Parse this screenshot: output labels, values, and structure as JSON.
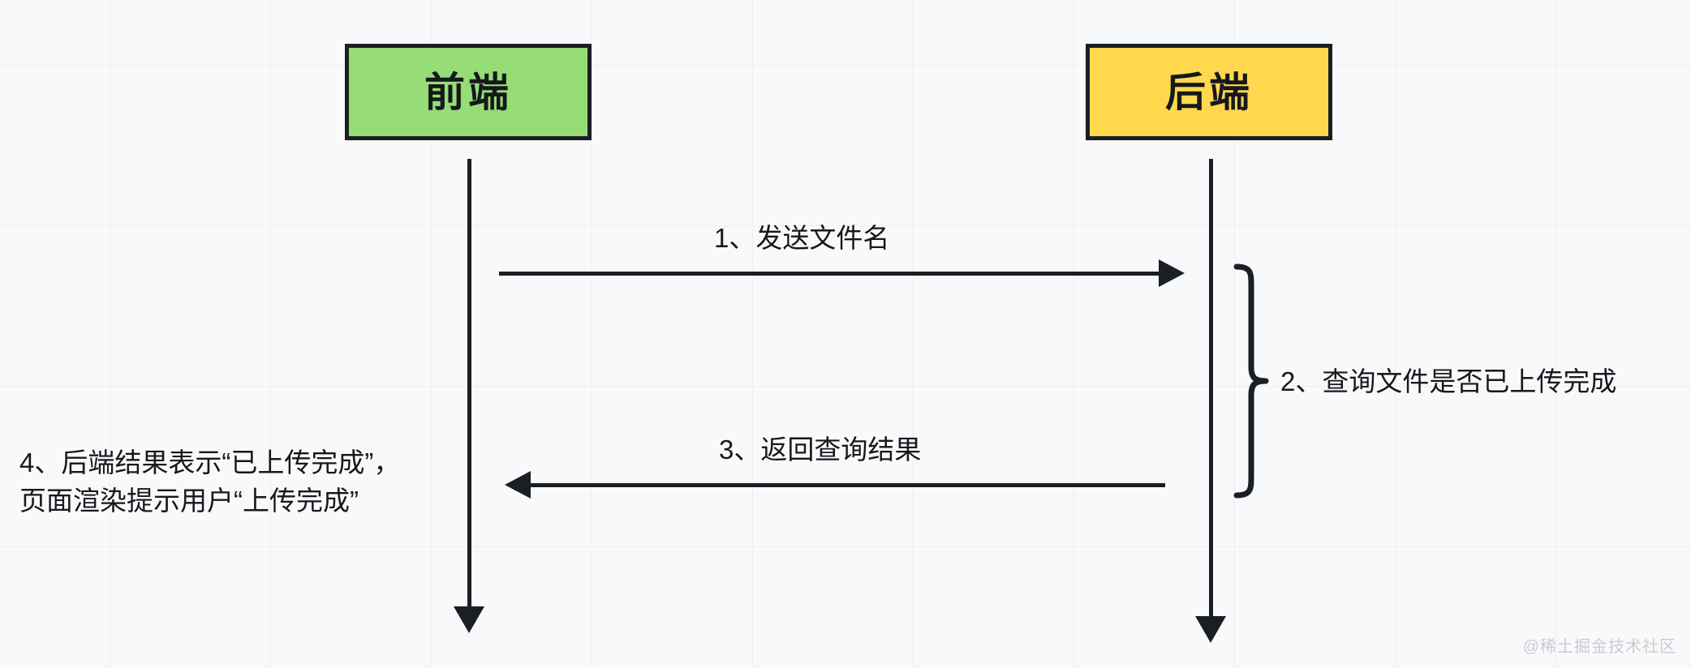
{
  "diagram": {
    "type": "sequence-diagram",
    "background_color": "#f8f9fa",
    "grid_color": "#eceef1",
    "participants": [
      {
        "id": "frontend",
        "label": "前端",
        "fill": "#96DD76",
        "stroke": "#1b1f24"
      },
      {
        "id": "backend",
        "label": "后端",
        "fill": "#FFD84D",
        "stroke": "#1b1f24"
      }
    ],
    "messages": [
      {
        "index": "1",
        "label": "1、发送文件名",
        "from": "frontend",
        "to": "backend",
        "direction": "right"
      },
      {
        "index": "2",
        "label": "2、查询文件是否已上传完成",
        "from": "backend",
        "to": "backend",
        "direction": "self"
      },
      {
        "index": "3",
        "label": "3、返回查询结果",
        "from": "backend",
        "to": "frontend",
        "direction": "left"
      },
      {
        "index": "4",
        "label_line1": "4、后端结果表示“已上传完成”，",
        "label_line2": "页面渲染提示用户“上传完成”",
        "from": "frontend",
        "to": "frontend",
        "direction": "note"
      }
    ]
  },
  "watermark": {
    "text": "@稀土掘金技术社区"
  }
}
